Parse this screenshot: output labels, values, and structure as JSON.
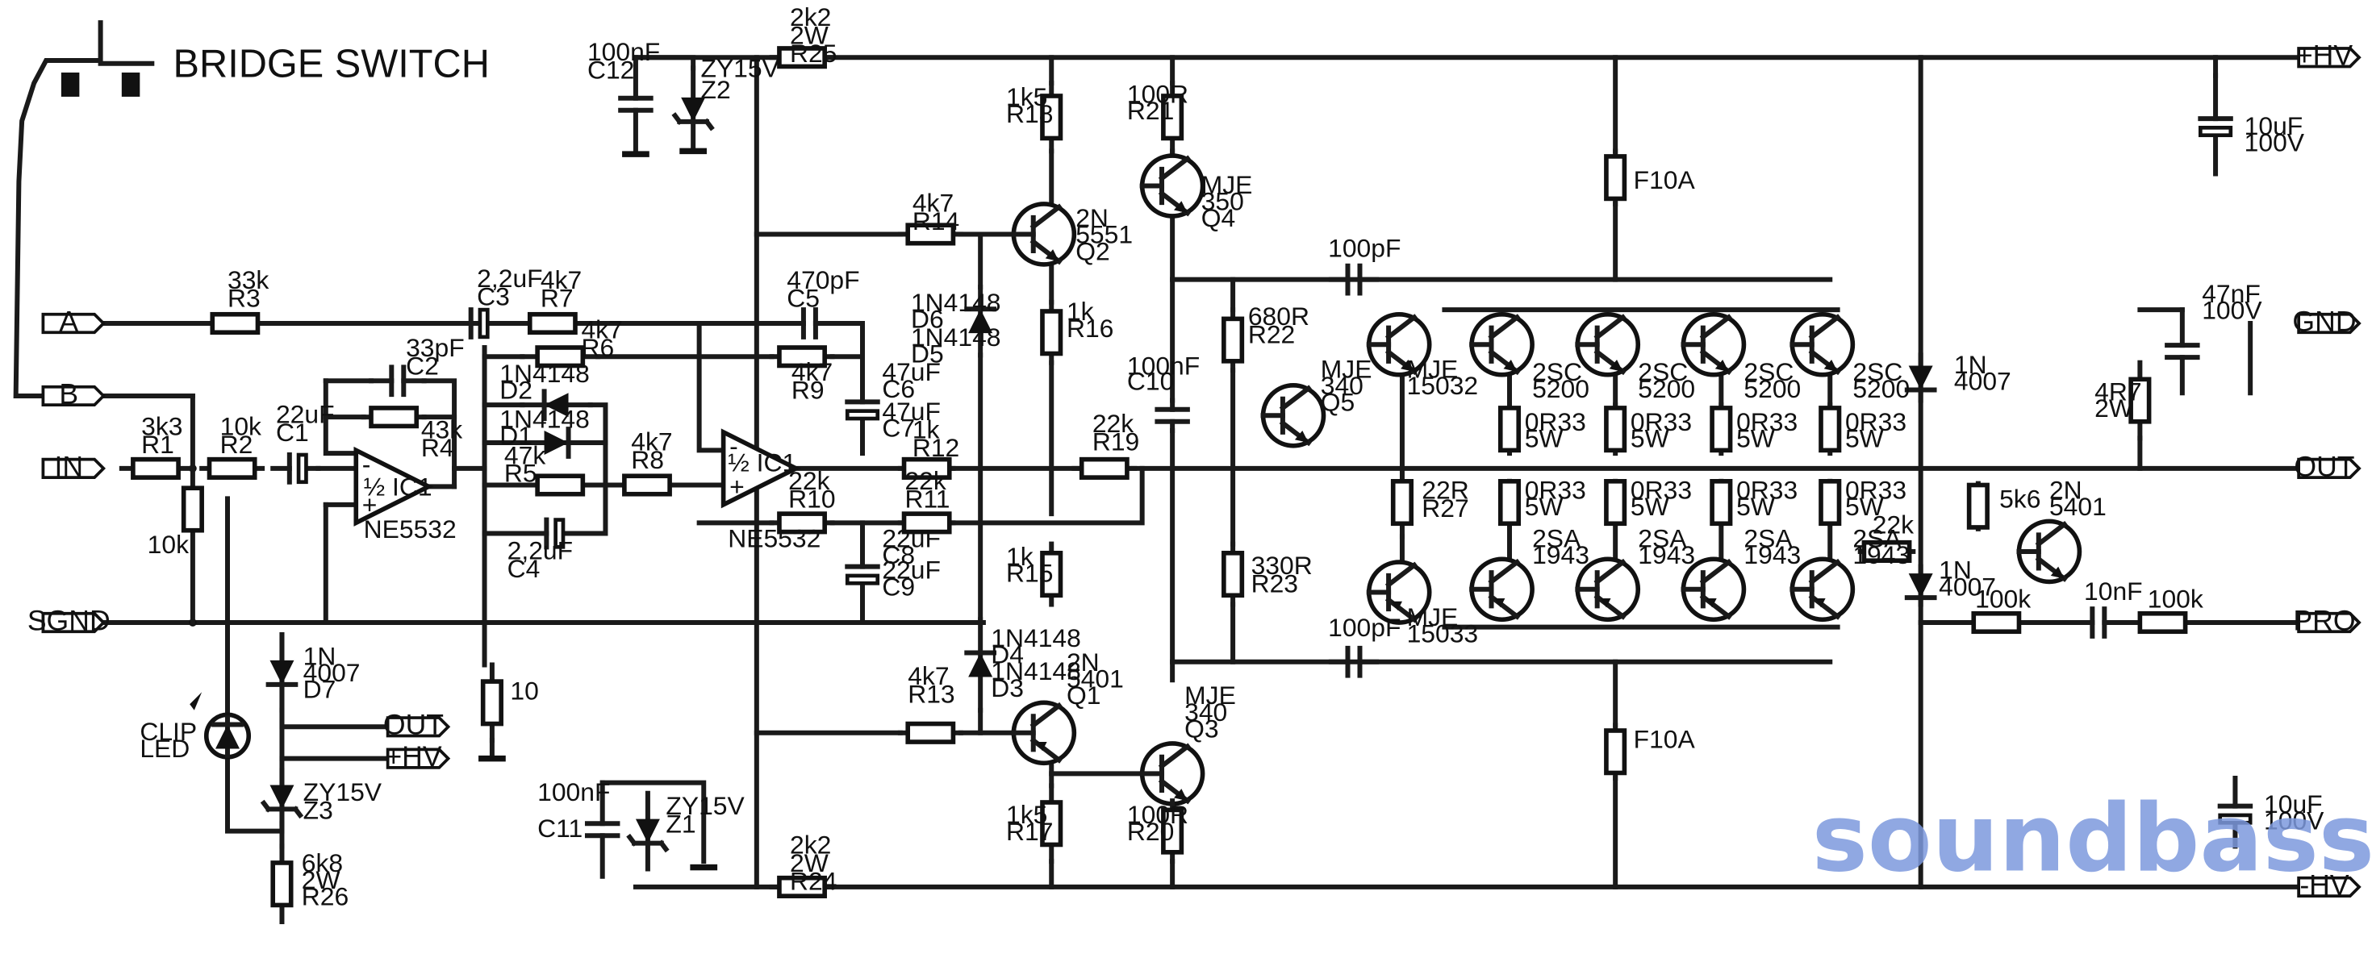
{
  "title": "BRIDGE SWITCH",
  "watermark": "soundbass.if.ua",
  "ports": {
    "a": "A",
    "b": "B",
    "in": "IN",
    "sgnd": "SGND",
    "out_clip": "OUT",
    "hv_clip": "+HV",
    "hv_pos": "+HV",
    "gnd": "GND",
    "out": "OUT",
    "pro": "PRO",
    "hv_neg": "-HV"
  },
  "labels": {
    "c12": [
      "100nF",
      "C12"
    ],
    "z2": [
      "ZY15V",
      "Z2"
    ],
    "r25": [
      "2k2",
      "2W",
      "R25"
    ],
    "r18": [
      "1k5",
      "R18"
    ],
    "r21": [
      "100R",
      "R21"
    ],
    "q4": [
      "MJE",
      "350",
      "Q4"
    ],
    "c_hv": [
      "10uF",
      "100V"
    ],
    "r14": [
      "4k7",
      "R14"
    ],
    "q2": [
      "2N",
      "5551",
      "Q2"
    ],
    "f10a_top": [
      "F10A"
    ],
    "r3": [
      "33k",
      "R3"
    ],
    "c3": [
      "2,2uF",
      "C3"
    ],
    "r7": [
      "4k7",
      "R7"
    ],
    "r6": [
      "4k7",
      "R6"
    ],
    "c5": [
      "470pF",
      "C5"
    ],
    "r9": [
      "4k7",
      "R9"
    ],
    "d6": [
      "1N4148",
      "D6"
    ],
    "d5": [
      "1N4148",
      "D5"
    ],
    "r16": [
      "1k",
      "R16"
    ],
    "c100pf_top": [
      "100pF"
    ],
    "c_gnd": [
      "47nF",
      "100V"
    ],
    "r22": [
      "680R",
      "R22"
    ],
    "c10": [
      "100nF",
      "C10"
    ],
    "c2": [
      "33pF",
      "C2"
    ],
    "r4": [
      "43k",
      "R4"
    ],
    "d2": [
      "1N4148",
      "D2"
    ],
    "d1": [
      "1N4148",
      "D1"
    ],
    "c6": [
      "47uF",
      "C6"
    ],
    "c7": [
      "47uF",
      "C7"
    ],
    "q5": [
      "MJE",
      "340",
      "Q5"
    ],
    "q_mje15032": [
      "MJE",
      "15032"
    ],
    "q_2sc": [
      "2SC",
      "5200"
    ],
    "d_1n4007_hv": [
      "1N",
      "4007"
    ],
    "r_4r7": [
      "4R7",
      "2W"
    ],
    "r1": [
      "3k3",
      "R1"
    ],
    "r2": [
      "10k",
      "R2"
    ],
    "c1": [
      "22uF",
      "C1"
    ],
    "ic1a": [
      "½ IC1",
      "NE5532"
    ],
    "r5": [
      "47k",
      "R5"
    ],
    "r8": [
      "4k7",
      "R8"
    ],
    "ic1b": [
      "½ IC1",
      "NE5532"
    ],
    "r12": [
      "1k",
      "R12"
    ],
    "r19": [
      "22k",
      "R19"
    ],
    "r_0r33": [
      "0R33",
      "5W"
    ],
    "r10": [
      "22k",
      "R10"
    ],
    "r11": [
      "22k",
      "R11"
    ],
    "c4": [
      "2,2uF",
      "C4"
    ],
    "r10k": [
      "10k"
    ],
    "c8": [
      "22uF",
      "C8"
    ],
    "c9": [
      "22uF",
      "C9"
    ],
    "r15": [
      "1k",
      "R15"
    ],
    "r23": [
      "330R",
      "R23"
    ],
    "r27": [
      "22R",
      "R27"
    ],
    "r_5k6": [
      "5k6"
    ],
    "q_2n5401_prot": [
      "2N",
      "5401"
    ],
    "q_2sa": [
      "2SA",
      "1943"
    ],
    "r_22k_prot": [
      "22k"
    ],
    "d_1n4007_prot": [
      "1N",
      "4007"
    ],
    "q_mje15033": [
      "MJE",
      "15033"
    ],
    "c100pf_bot": [
      "100pF"
    ],
    "r_100k": [
      "100k"
    ],
    "c_10nf": [
      "10nF"
    ],
    "d7": [
      "1N",
      "4007",
      "D7"
    ],
    "clip_led": [
      "CLIP",
      "LED"
    ],
    "r_10": [
      "10"
    ],
    "d4": [
      "1N4148",
      "D4"
    ],
    "d3": [
      "1N4148",
      "D3"
    ],
    "r13": [
      "4k7",
      "R13"
    ],
    "q1": [
      "2N",
      "5401",
      "Q1"
    ],
    "q3": [
      "MJE",
      "340",
      "Q3"
    ],
    "f10a_bot": [
      "F10A"
    ],
    "z3": [
      "ZY15V",
      "Z3"
    ],
    "c11": [
      "100nF",
      "C11"
    ],
    "z1": [
      "ZY15V",
      "Z1"
    ],
    "r17": [
      "1k5",
      "R17"
    ],
    "r20": [
      "100R",
      "R20"
    ],
    "r26": [
      "6k8",
      "2W",
      "R26"
    ],
    "r24": [
      "2k2",
      "2W",
      "R24"
    ],
    "c_neg": [
      "10uF",
      "100V"
    ]
  }
}
